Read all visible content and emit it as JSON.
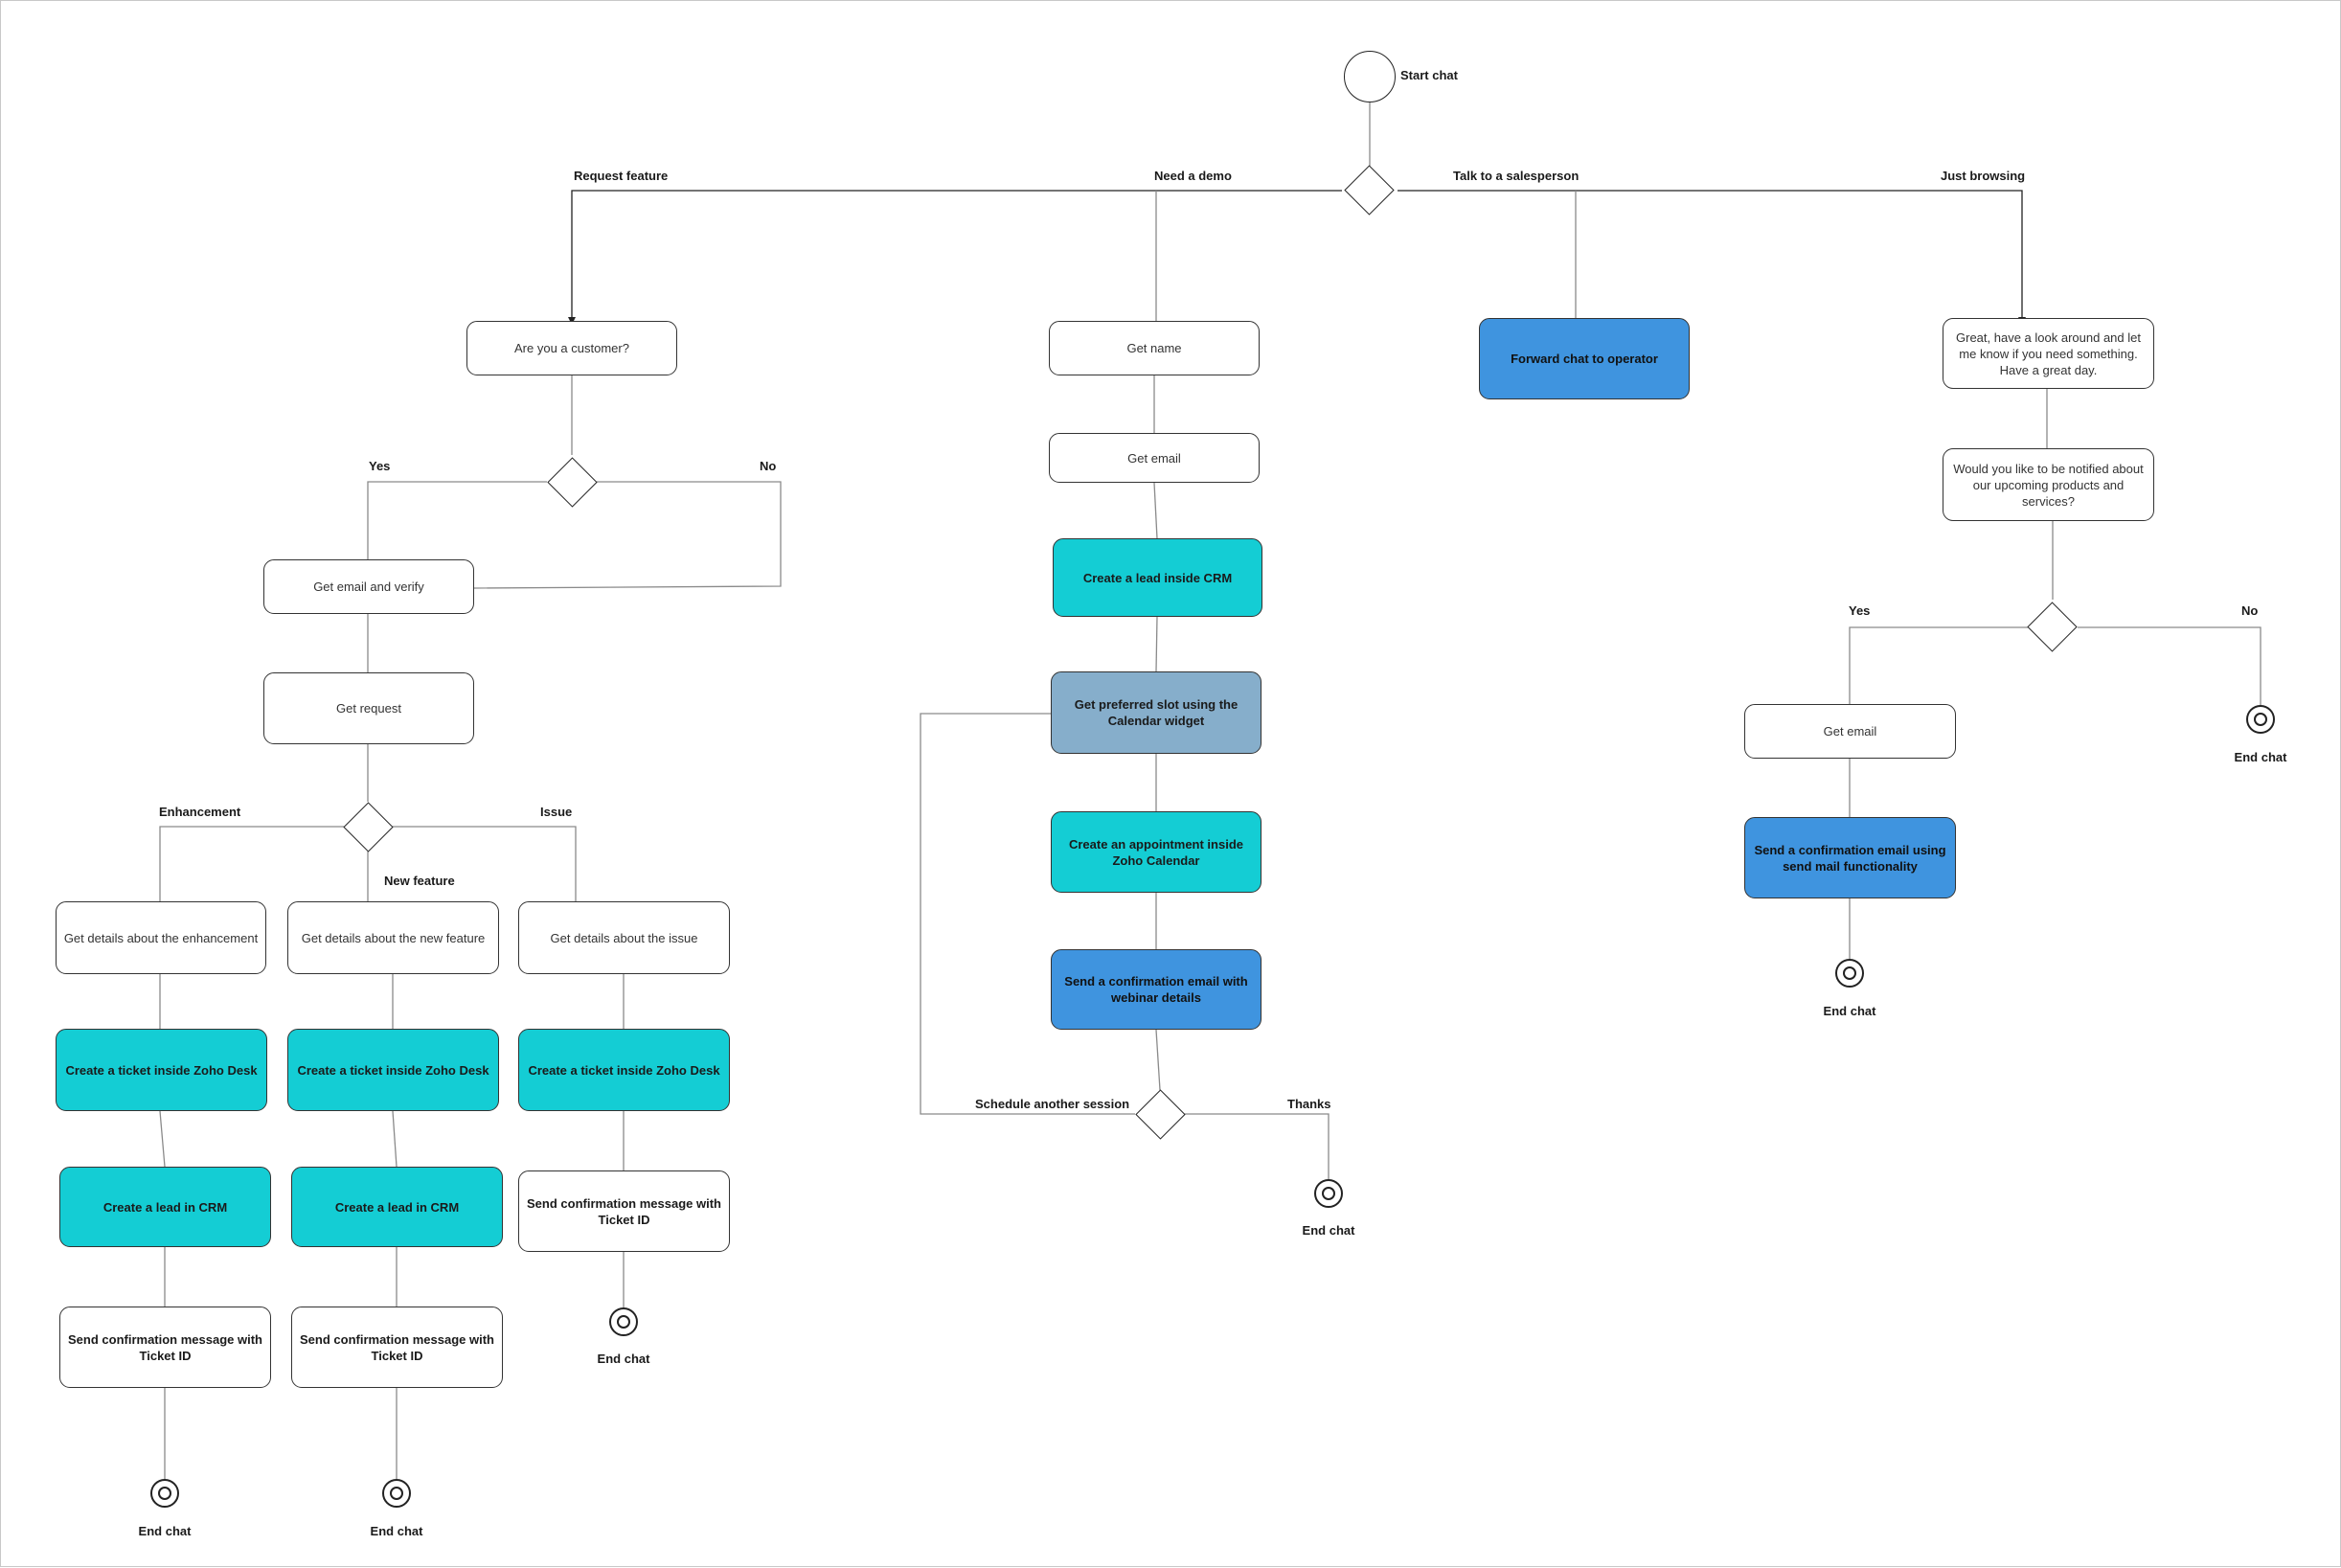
{
  "start": {
    "label": "Start chat"
  },
  "root_branches": {
    "request_feature": "Request feature",
    "need_demo": "Need a demo",
    "talk_sales": "Talk to a salesperson",
    "just_browsing": "Just browsing"
  },
  "feature": {
    "are_customer": "Are you a customer?",
    "yes": "Yes",
    "no": "No",
    "get_email_verify": "Get email and verify",
    "get_request": "Get request",
    "enhancement": "Enhancement",
    "new_feature": "New feature",
    "issue": "Issue",
    "details_enhancement": "Get details about the enhancement",
    "details_new_feature": "Get details about the new feature",
    "details_issue": "Get details about the issue",
    "ticket_1": "Create a ticket inside Zoho Desk",
    "ticket_2": "Create a ticket inside Zoho Desk",
    "ticket_3": "Create a ticket inside Zoho Desk",
    "lead_1": "Create a lead in CRM",
    "lead_2": "Create a lead in CRM",
    "confirm_1": "Send confirmation message with Ticket ID",
    "confirm_2": "Send confirmation message with Ticket ID",
    "confirm_3": "Send confirmation message with Ticket ID",
    "end_1": "End chat",
    "end_2": "End chat",
    "end_3": "End chat"
  },
  "demo": {
    "get_name": "Get name",
    "get_email": "Get email",
    "create_lead": "Create a lead inside CRM",
    "preferred_slot": "Get preferred slot using the Calendar widget",
    "appointment": "Create an appointment inside Zoho Calendar",
    "confirm_webinar": "Send a confirmation email with webinar details",
    "schedule_another": "Schedule another session",
    "thanks": "Thanks",
    "end": "End chat"
  },
  "sales": {
    "forward": "Forward chat to operator"
  },
  "browse": {
    "look_around": "Great, have a look around and let me know if you need something. Have a great day.",
    "notify_question": "Would you like to be notified about our upcoming products and services?",
    "yes": "Yes",
    "no": "No",
    "get_email": "Get email",
    "confirm_mail": "Send a confirmation email using send mail functionality",
    "end_yes": "End chat",
    "end_no": "End chat"
  },
  "colors": {
    "teal": "#14cdd4",
    "blue": "#3f94df",
    "gray_blue": "#86aecb",
    "line": "#8a8a8a"
  }
}
